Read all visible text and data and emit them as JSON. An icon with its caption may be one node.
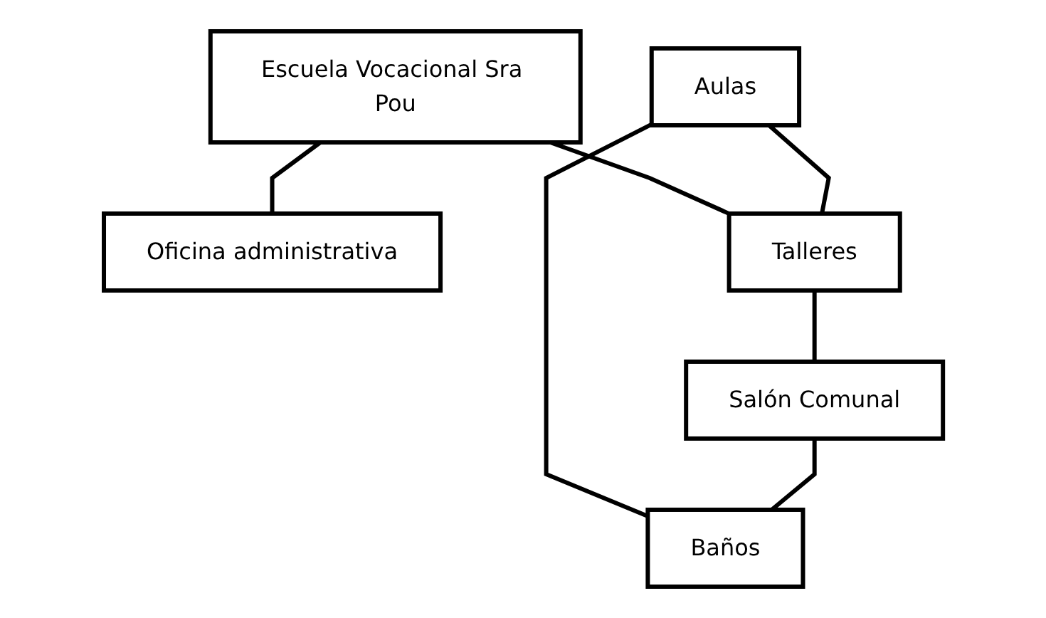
{
  "diagram": {
    "nodes": [
      {
        "text": [
          "Escuela Vocacional Sra Pou"
        ]
      },
      {
        "text": [
          "Oficina administrativa"
        ]
      },
      {
        "text": [
          "Aulas"
        ]
      },
      {
        "text": [
          "Talleres"
        ]
      },
      {
        "text": [
          "Salón Comunal"
        ]
      },
      {
        "text": [
          "Baños"
        ]
      }
    ],
    "edges": [
      {
        "from": 0,
        "to": 3,
        "arrow": "none"
      },
      {
        "from": 0,
        "to": 1,
        "arrow": "none"
      },
      {
        "from": 2,
        "to": 3,
        "arrow": "none"
      },
      {
        "from": 3,
        "to": 4,
        "arrow": "none"
      },
      {
        "from": 2,
        "to": 5,
        "arrow": "none"
      },
      {
        "from": 4,
        "to": 5,
        "arrow": "none"
      }
    ]
  }
}
